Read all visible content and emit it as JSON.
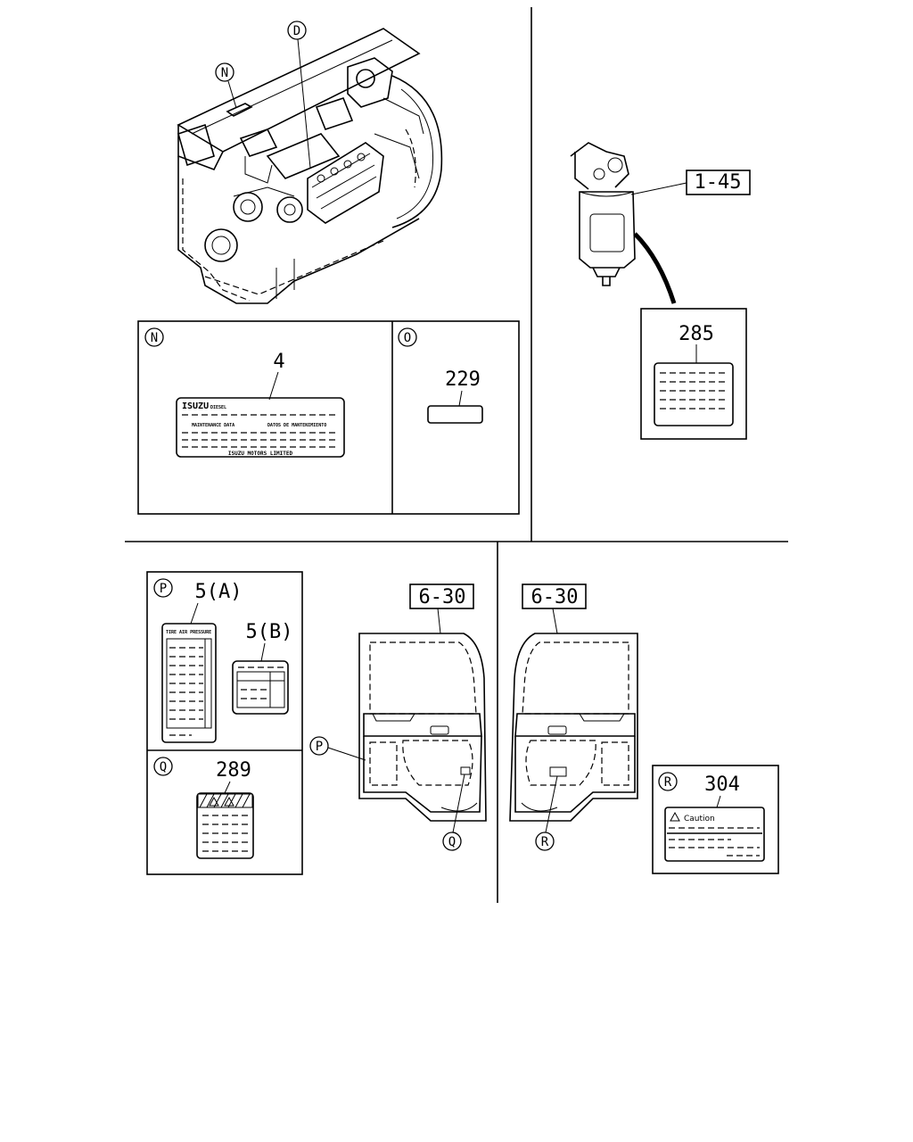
{
  "callouts": {
    "N": "N",
    "O": "O",
    "P": "P",
    "Q": "Q",
    "R": "R",
    "D": "D"
  },
  "parts": {
    "engine_label": "4",
    "pump_label": "229",
    "filter_ref": "1-45",
    "filter_label": "285",
    "tire_label_a": "5(A)",
    "tire_label_b": "5(B)",
    "door_label_q": "289",
    "door_ref_left": "6-30",
    "door_ref_right": "6-30",
    "caution_label": "304"
  },
  "label_text": {
    "isuzu_brand": "ISUZU",
    "isuzu_diesel": "DIESEL",
    "maintenance_data": "MAINTENANCE DATA",
    "datos_mantenimiento": "DATOS DE MANTENIMIENTO",
    "isuzu_motors": "ISUZU MOTORS LIMITED",
    "tire_header": "TIRE AIR PRESSURE",
    "caution": "Caution"
  },
  "colors": {
    "line": "#000000",
    "background": "#ffffff"
  }
}
